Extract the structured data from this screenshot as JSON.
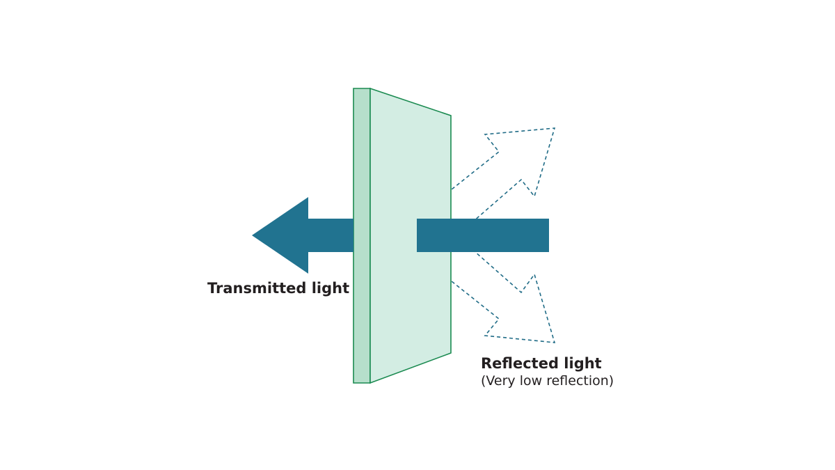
{
  "labels": {
    "transmitted": "Transmitted light",
    "reflected": "Reflected light",
    "reflected_note": "(Very low reflection)"
  },
  "colors": {
    "arrow": "#217390",
    "glass_face": "#d3ede3",
    "glass_edge": "#b6dfcb",
    "glass_stroke": "#1a8a50",
    "dashed_arrow": "#1f6b86",
    "text": "#231f20"
  }
}
